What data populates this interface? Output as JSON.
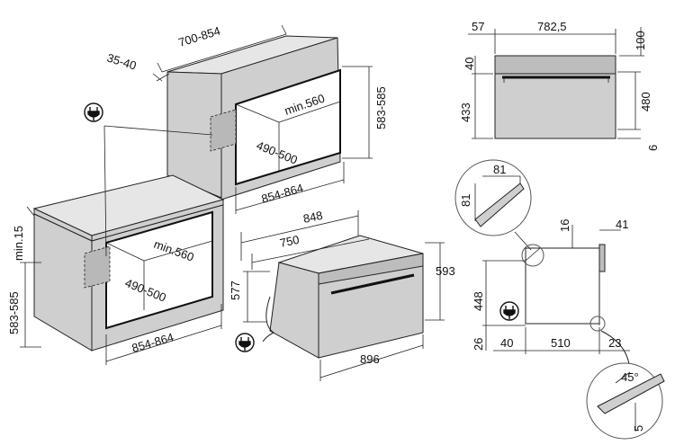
{
  "diagram": {
    "upper_cabinet": {
      "depth": "700-854",
      "panel_thickness": "35-40",
      "min_depth": "min.560",
      "height": "583-585",
      "inner_depth": "490-500",
      "width": "854-864"
    },
    "lower_cabinet": {
      "top_gap": "min.15",
      "height": "583-585",
      "min_depth": "min.560",
      "inner_depth": "490-500",
      "width": "854-864"
    },
    "oven": {
      "total_width": "848",
      "body_width": "750",
      "body_height": "577",
      "front_height": "593",
      "front_width": "896"
    },
    "front_view": {
      "left_offset": "57",
      "width": "782,5",
      "top_margin": "100",
      "top_band": "40",
      "body_height": "433",
      "total_height": "480",
      "bottom_margin": "6"
    },
    "side_view": {
      "corner_w": "81",
      "corner_h": "81",
      "gap_top": "16",
      "front_depth": "41",
      "height": "448",
      "bottom": "26",
      "left_depth": "40",
      "depth": "510",
      "front_gap": "23",
      "angle": "45°",
      "drop": "5"
    }
  }
}
